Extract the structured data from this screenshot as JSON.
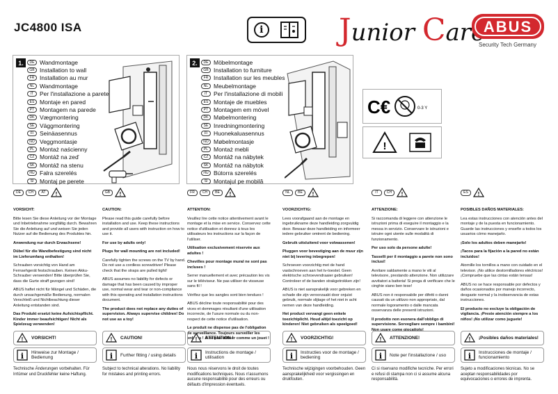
{
  "header": {
    "model": "JC4800 ISA",
    "brand_junior": "Junior Care",
    "brand_junior_j": "J",
    "brand_junior_mid": "unior ",
    "brand_junior_c": "C",
    "brand_junior_end": "are",
    "abus_logo": "ABUS",
    "abus_tagline": "Security Tech Germany"
  },
  "step1": {
    "number": "1.",
    "items": [
      {
        "code": "DE",
        "label": "Wandmontage"
      },
      {
        "code": "GB",
        "label": "Installation to wall"
      },
      {
        "code": "FR",
        "label": "Installation au mur"
      },
      {
        "code": "NL",
        "label": "Wandmontage"
      },
      {
        "code": "IT",
        "label": "Per l'installazione a parete"
      },
      {
        "code": "ES",
        "label": "Montaje en pared"
      },
      {
        "code": "PT",
        "label": "Montagem na parede"
      },
      {
        "code": "DK",
        "label": "Vægmontering"
      },
      {
        "code": "SE",
        "label": "Väggmontering"
      },
      {
        "code": "FI",
        "label": "Seinäasennus"
      },
      {
        "code": "NO",
        "label": "Veggmontasje"
      },
      {
        "code": "PL",
        "label": "Montaż naścienny"
      },
      {
        "code": "CZ",
        "label": "Montáž na zeď"
      },
      {
        "code": "SK",
        "label": "Montáž na stenu"
      },
      {
        "code": "HU",
        "label": "Falra szerelés"
      },
      {
        "code": "SI",
        "label": "Montaj pe perete"
      }
    ]
  },
  "step2": {
    "number": "2.",
    "items": [
      {
        "code": "DE",
        "label": "Möbelmontage"
      },
      {
        "code": "GB",
        "label": "Installation to furniture"
      },
      {
        "code": "FR",
        "label": "Installation sur les meubles"
      },
      {
        "code": "NL",
        "label": "Meubelmontage"
      },
      {
        "code": "IT",
        "label": "Per l'installazione di mobili"
      },
      {
        "code": "ES",
        "label": "Montaje de muebles"
      },
      {
        "code": "PT",
        "label": "Montagem em móvel"
      },
      {
        "code": "DK",
        "label": "Møbelmontering"
      },
      {
        "code": "SE",
        "label": "Inredningmontering"
      },
      {
        "code": "FI",
        "label": "Huonekaluasennus"
      },
      {
        "code": "NO",
        "label": "Møbelmontasje"
      },
      {
        "code": "PL",
        "label": "Montaż mebli"
      },
      {
        "code": "CZ",
        "label": "Montáž na nábytek"
      },
      {
        "code": "SK",
        "label": "Montáž na nábytok"
      },
      {
        "code": "HU",
        "label": "Bútorra szerelés"
      },
      {
        "code": "SI",
        "label": "Montajul pe mobilă"
      }
    ]
  },
  "age_label": "0-3 Y",
  "columns": [
    {
      "badges": [
        "DE",
        "CH",
        "AT"
      ],
      "paras": [
        {
          "bold": true,
          "text": "VORSICHT:"
        },
        {
          "bold": false,
          "text": "Bitte lesen Sie diese Anleitung vor der Montage und Inbetriebnahme sorgfältig durch. Bewahren Sie die Anleitung auf und weisen Sie jeden Nutzer auf die Bedienung des Produktes hin."
        },
        {
          "bold": true,
          "text": "Anwendung nur durch Erwachsene!"
        },
        {
          "bold": true,
          "text": "Dübel für die Wandbefestigung sind nicht im Lieferumfang enthalten!"
        },
        {
          "bold": false,
          "text": "Schrauben vorsichtig von Hand am Fernsehgerät festschrauben. Keinen Akku-Schrauber verwenden! Bitte überprüfen Sie, dass die Gurte straff gezogen sind!"
        },
        {
          "bold": false,
          "text": "ABUS haftet nicht für Mängel und Schäden, die durch unsachgemäße Bedienung, normalen Verschleiß und Nichtbeachtung dieser Anleitung entstanden sind."
        },
        {
          "bold": true,
          "text": "Das Produkt ersetzt keine Aufsichtspflicht. Kinder immer beaufsichtigen! Nicht als Spielzeug verwenden!"
        }
      ],
      "warn": "VORSICHT!",
      "note": "Hinweise zur Montage / Bedienung",
      "footer": "Technische Änderungen vorbehalten. Für Irrtümer und Druckfehler keine Haftung."
    },
    {
      "badges": [
        "GB"
      ],
      "paras": [
        {
          "bold": true,
          "text": "CAUTION:"
        },
        {
          "bold": false,
          "text": "Please read this guide carefully before installation and use. Keep these instructions and provide all users with instruction on how to use it."
        },
        {
          "bold": true,
          "text": "For use by adults only!"
        },
        {
          "bold": true,
          "text": "Plugs for wall mounting are not included!"
        },
        {
          "bold": false,
          "text": "Carefully tighten the screws on the TV by hand. Do not use a cordless screwdriver! Please check that the straps are pulled tight!"
        },
        {
          "bold": false,
          "text": "ABUS assumes no liability for defects or damage that has been caused by improper use, normal wear and tear or non-compliance with this operating and installation instructions document."
        },
        {
          "bold": true,
          "text": "The product does not replace any duties of supervision. Always supervise children! Do not use as a toy!"
        }
      ],
      "warn": "CAUTION!",
      "note": "Further fitting / using details",
      "footer": "Subject to technical alterations. No liability for mistakes and printing errors."
    },
    {
      "badges": [
        "FR",
        "CH",
        "BE"
      ],
      "paras": [
        {
          "bold": true,
          "text": "ATTENTION:"
        },
        {
          "bold": false,
          "text": "Veuillez lire cette notice attentivement avant le montage et la mise en service. Conservez cette notice d'utilisation et donnez à tous les utilisateurs les instructions sur la façon de l'utiliser."
        },
        {
          "bold": true,
          "text": "Utilisation exclusivement réservée aux adultes !"
        },
        {
          "bold": true,
          "text": "Chevilles pour montage mural ne sont pas incluses !"
        },
        {
          "bold": false,
          "text": "Serrer manuellement et avec précaution les vis sur le téléviseur. Ne pas utiliser de visseuse sans fil !"
        },
        {
          "bold": false,
          "text": "Vérifiez que les sangles sont bien tendues !"
        },
        {
          "bold": false,
          "text": "ABUS décline toute responsabilité pour des vices et dommages résultant d'une utilisation incorrecte, de l'usure normale ou du non-respect de cette notice d'utilisation."
        },
        {
          "bold": true,
          "text": "Le produit ne dispense pas de l'obligation de surveillance. Toujours surveiller les enfants ! À ne pas utiliser comme un jouet !"
        }
      ],
      "warn": "ATTENTION !",
      "note": "Instructions de montage / utilisation",
      "footer": "Nous nous réservons le droit de toutes modifications techniques. Nous n'assumons aucune responsabilité pour des erreurs ou défauts d'impression éventuels."
    },
    {
      "badges": [
        "NL",
        "BE"
      ],
      "paras": [
        {
          "bold": true,
          "text": "VOORZICHTIG:"
        },
        {
          "bold": false,
          "text": "Lees voorafgaand aan de montage en ingebruikname deze handleiding zorgvuldig door. Bewaar deze handleiding en informeer iedere gebruiker omtrent de bediening."
        },
        {
          "bold": true,
          "text": "Gebruik uitsluitend voor volwassenen!"
        },
        {
          "bold": true,
          "text": "Pluggen voor bevestiging aan de muur zijn niet bij levering inbegrepen!"
        },
        {
          "bold": false,
          "text": "Schroeven voorzichtig met de hand vastschroeven aan het tv-toestel. Geen elektrische schroevendraaier gebruiken! Controleer of de banden strakgetrokken zijn!"
        },
        {
          "bold": false,
          "text": "ABUS is niet aansprakelijk voor gebreken en schade die zijn veroorzaakt door onjuist gebruik, normale slijtage of het niet in acht nemen van deze handleiding."
        },
        {
          "bold": true,
          "text": "Het product vervangt geen enkele toezichtplicht. Houd altijd toezicht op kinderen! Niet gebruiken als speelgoed!"
        }
      ],
      "warn": "VOORZICHTIG!",
      "note": "Instructies voor de montage / bediening",
      "footer": "Technische wijzigingen voorbehouden. Geen aansprakelijkheid voor vergissingen en drukfouten."
    },
    {
      "badges": [
        "IT",
        "CH"
      ],
      "paras": [
        {
          "bold": true,
          "text": "ATTENZIONE:"
        },
        {
          "bold": false,
          "text": "Si raccomanda di leggere con attenzione le istruzioni prima di eseguire il montaggio e la messa in servizio. Conservare le istruzioni e istruire ogni utente sulle modalità di funzionamento."
        },
        {
          "bold": true,
          "text": "Per uso solo da persone adulte!"
        },
        {
          "bold": true,
          "text": "Tasselli per il montaggio a parete non sono inclusi!"
        },
        {
          "bold": false,
          "text": "Avvitare saldamente a mano le viti al televisore, prestando attenzione. Non utilizzare avvitatori a batteria! Si prega di verificare che le cinghie siano ben tese!"
        },
        {
          "bold": false,
          "text": "ABUS non è responsabile per difetti o danni causati da un utilizzo non appropriato, dal normale logoramento o dalle mancata osservanza delle presenti istruzioni."
        },
        {
          "bold": true,
          "text": "Il prodotto non esonera dall'obbligo di supervisione. Sorvegliare sempre i bambini! Non usare come giocattolo!"
        }
      ],
      "warn": "ATTENZIONE!",
      "note": "Note per l'installazione / uso",
      "footer": "Ci si riservano modifiche tecniche. Per errori e refusi di stampa non ci si assume alcuna responsabilità."
    },
    {
      "badges": [
        "ES"
      ],
      "paras": [
        {
          "bold": true,
          "text": "POSIBLES DAÑOS MATERIALES:"
        },
        {
          "bold": false,
          "text": "Lea estas instrucciones con atención antes del montaje y de la puesta en funcionamiento. Guarde las instrucciones y enseñe a todos los usuarios cómo manejarlo."
        },
        {
          "bold": true,
          "text": "¡Solo los adultos deben manejarlo!"
        },
        {
          "bold": true,
          "text": "¡Tacos para la fijación a la pared no están incluidos!"
        },
        {
          "bold": false,
          "text": "Atornille los tornillos a mano con cuidado en el televisor. ¡No utilice destornilladores eléctricos! ¡Compruebe que las cintas están tensas!"
        },
        {
          "bold": false,
          "text": "ABUS no se hace responsable por defectos y daños ocasionados por manejo incorrecto, desgaste normal y la inobservancia de estas instrucciones."
        },
        {
          "bold": true,
          "text": "El producto no excluye la obligación de vigilancia. ¡Preste atención siempre a los niños! ¡No utilizar como juguete!"
        }
      ],
      "warn": "¡Posibles daños materiales!",
      "note": "Instrucciones de montaje / funcionamiento",
      "footer": "Sujeto a modificaciones técnicas. No se aceptan responsabilidades por equivocaciones o errores de imprenta."
    }
  ]
}
